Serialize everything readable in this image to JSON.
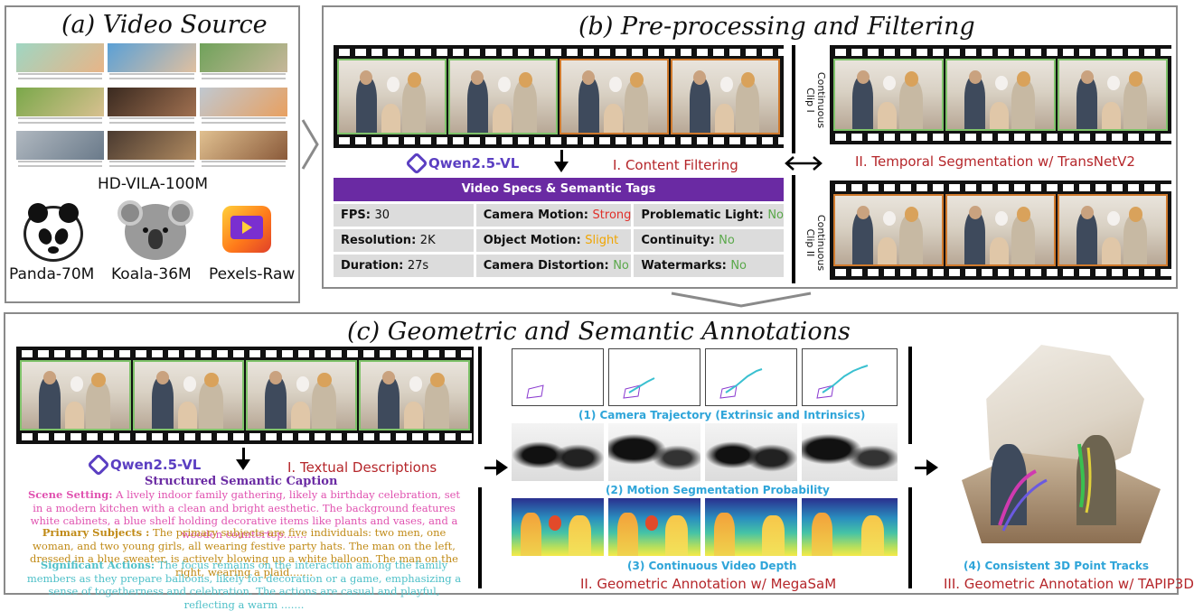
{
  "panels": {
    "source": {
      "title": "(a) Video Source"
    },
    "preprocess": {
      "title": "(b) Pre-processing and Filtering"
    },
    "annotation": {
      "title": "(c) Geometric and Semantic Annotations"
    }
  },
  "sources": {
    "hdvila": "HD-VILA-100M",
    "panda": "Panda-70M",
    "koala": "Koala-36M",
    "pexels": "Pexels-Raw"
  },
  "qwen_label": "Qwen2.5-VL",
  "content_filtering": "I. Content Filtering",
  "temporal_segmentation": "II. Temporal Segmentation w/ TransNetV2",
  "clips": {
    "clip1": "Continuous\nClip I",
    "clip2": "Continuous\nClip II"
  },
  "spec_table": {
    "header": "Video Specs  & Semantic Tags",
    "cells": [
      {
        "key": "FPS: ",
        "value": "30",
        "color": "#111111"
      },
      {
        "key": "Camera Motion: ",
        "value": "Strong",
        "color": "#e0302a"
      },
      {
        "key": "Problematic Light: ",
        "value": "No",
        "color": "#5aa84a"
      },
      {
        "key": "Resolution: ",
        "value": "2K",
        "color": "#111111"
      },
      {
        "key": "Object Motion: ",
        "value": "Slight",
        "color": "#f0a500"
      },
      {
        "key": "Continuity: ",
        "value": "No",
        "color": "#5aa84a"
      },
      {
        "key": "Duration: ",
        "value": "27s",
        "color": "#111111"
      },
      {
        "key": "Camera Distortion: ",
        "value": "No",
        "color": "#5aa84a"
      },
      {
        "key": "Watermarks: ",
        "value": "No",
        "color": "#5aa84a"
      }
    ]
  },
  "textual": {
    "label": "I. Textual Descriptions",
    "caption_title": "Structured Semantic Caption",
    "paragraphs": [
      {
        "key": "Scene Setting:",
        "text": " A lively indoor family gathering, likely a birthday celebration, set in a modern kitchen with a clean and bright aesthetic. The background features white cabinets, a blue shelf holding decorative items like plants and vases, and a wooden countertop.......",
        "color": "#e052b0"
      },
      {
        "key": "Primary Subjects :",
        "text": " The primary subjects are five individuals: two men, one woman, and two young girls, all wearing festive party hats. The man on the left, dressed in a blue sweater, is actively blowing up a white balloon. The man on the right, wearing a plaid.......",
        "color": "#c08a16"
      },
      {
        "key": "Significant Actions:",
        "text": " The focus remains on the interaction among the family members as they prepare balloons, likely for decoration or a game, emphasizing a sense of togetherness and celebration. The actions are casual and playful, reflecting a warm .......",
        "color": "#4fc0c8"
      }
    ]
  },
  "geometric": {
    "camera_trajectory": "(1) Camera Trajectory (Extrinsic and Intrinsics)",
    "motion_seg": "(2) Motion Segmentation Probability",
    "video_depth": "(3) Continuous Video Depth",
    "megasam": "II. Geometric Annotation w/ MegaSaM",
    "point_tracks": "(4) Consistent 3D Point Tracks",
    "tapip3d": "III. Geometric Annotation w/ TAPIP3D"
  }
}
